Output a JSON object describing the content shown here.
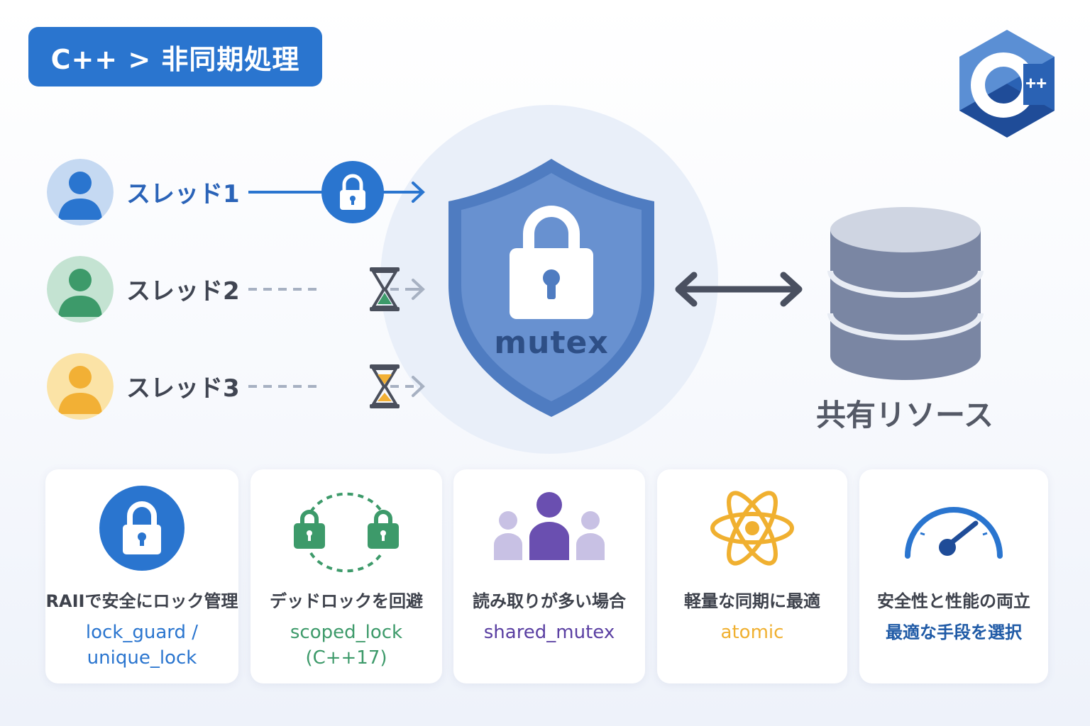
{
  "header": {
    "breadcrumb": "C++ > 非同期処理"
  },
  "logo": {
    "icon": "cpp-logo-icon",
    "text": "++"
  },
  "threads": [
    {
      "label": "スレッド1",
      "state": "holding-lock",
      "color": "#2a75cf"
    },
    {
      "label": "スレッド2",
      "state": "waiting",
      "color": "#3d9a6a"
    },
    {
      "label": "スレッド3",
      "state": "waiting",
      "color": "#f2b035"
    }
  ],
  "center": {
    "label": "mutex",
    "icon": "shield-lock-icon"
  },
  "resource": {
    "label": "共有リソース",
    "icon": "database-icon"
  },
  "cards": [
    {
      "title": "RAIIで安全にロック管理",
      "line1": "lock_guard /",
      "line2": "unique_lock",
      "icon": "lock-icon",
      "color": "#2a75cf"
    },
    {
      "title": "デッドロックを回避",
      "line1": "scoped_lock",
      "line2": "(C++17)",
      "icon": "dual-lock-cycle-icon",
      "color": "#3d9a6a"
    },
    {
      "title": "読み取りが多い場合",
      "line1": "shared_mutex",
      "line2": "",
      "icon": "group-users-icon",
      "color": "#6a4fb0"
    },
    {
      "title": "軽量な同期に最適",
      "line1": "atomic",
      "line2": "",
      "icon": "atom-icon",
      "color": "#f0b030"
    },
    {
      "title": "安全性と性能の両立",
      "line1": "最適な手段を選択",
      "line2": "",
      "icon": "speedometer-icon",
      "color": "#1f5aa6"
    }
  ]
}
